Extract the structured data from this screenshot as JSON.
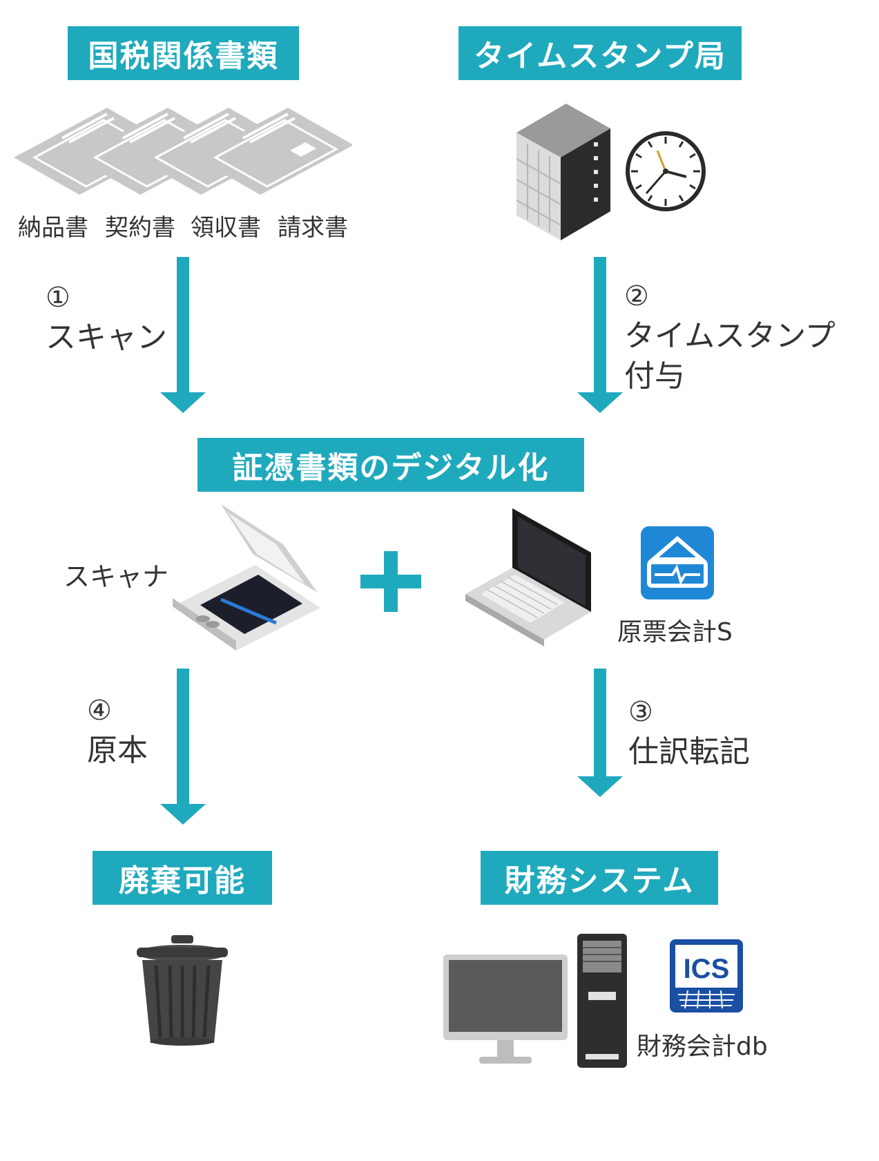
{
  "colors": {
    "accent": "#1fa9bd",
    "text": "#333333",
    "paper": "#c8c8c8"
  },
  "nodes": {
    "tax_docs": "国税関係書類",
    "timestamp_authority": "タイムスタンプ局",
    "digitization": "証憑書類のデジタル化",
    "disposable": "廃棄可能",
    "financial_system": "財務システム"
  },
  "documents": {
    "items": [
      "納品書",
      "契約書",
      "領収書",
      "請求書"
    ]
  },
  "steps": {
    "step1": {
      "num": "①",
      "label": "スキャン"
    },
    "step2": {
      "num": "②",
      "label_line1": "タイムスタンプ",
      "label_line2": "付与"
    },
    "step3": {
      "num": "③",
      "label": "仕訳転記"
    },
    "step4": {
      "num": "④",
      "label": "原本"
    }
  },
  "labels": {
    "scanner": "スキャナ",
    "plus": "+",
    "genpyo_app": "原票会計S",
    "zaimu_app": "財務会計db",
    "ics_logo": "ICS"
  },
  "icons": [
    "document-stack-icon",
    "building-icon",
    "clock-icon",
    "scanner-icon",
    "laptop-icon",
    "genpyo-app-icon",
    "trash-can-icon",
    "desktop-pc-icon",
    "ics-logo-icon"
  ]
}
